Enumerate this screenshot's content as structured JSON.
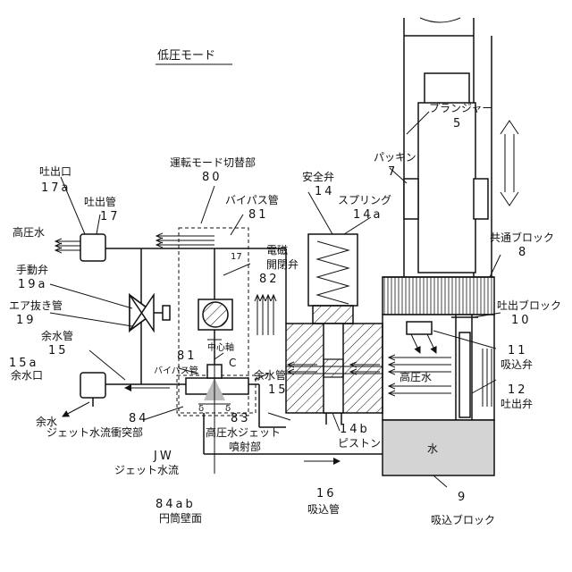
{
  "title": "低圧モード",
  "labels": {
    "plunger": "プランジャー",
    "plunger_num": "5",
    "packing": "パッキン",
    "packing_num": "7",
    "safety_valve": "安全弁",
    "safety_valve_num": "14",
    "spring": "スプリング",
    "spring_num": "14a",
    "mode_switch": "運転モード切替部",
    "mode_switch_num": "80",
    "bypass_pipe_top": "バイパス管",
    "bypass_pipe_top_num": "81",
    "solenoid_valve_1": "電磁",
    "solenoid_valve_2": "開閉弁",
    "solenoid_valve_num": "82",
    "line_17": "17",
    "discharge_port": "吐出口",
    "discharge_port_num": "17a",
    "discharge_pipe": "吐出管",
    "discharge_pipe_num": "17",
    "high_pressure_water": "高圧水",
    "manual_valve": "手動弁",
    "manual_valve_num": "19a",
    "air_vent_pipe": "エア抜き管",
    "air_vent_pipe_num": "19",
    "surplus_pipe": "余水管",
    "surplus_pipe_num": "15",
    "surplus_port_num": "15a",
    "surplus_port": "余水口",
    "surplus_water": "余水",
    "center_axis": "中心軸",
    "c_label": "C",
    "bypass_pipe_bottom_num": "81",
    "bypass_pipe_bottom": "バイパス管",
    "surplus_pipe_mid": "余水管",
    "surplus_pipe_mid_num": "15",
    "jet_impact_num": "84",
    "jet_impact": "ジェット水流衝突部",
    "num_83": "83",
    "hp_jet": "高圧水ジェット",
    "nozzle": "噴射部",
    "delta_left": "δ",
    "delta_right": "δ",
    "jw": "JW",
    "jet_flow": "ジェット水流",
    "cyl_num": "84ab",
    "cyl_wall": "円筒壁面",
    "suction_pipe_num": "16",
    "suction_pipe": "吸込管",
    "suction_block_num": "9",
    "suction_block": "吸込ブロック",
    "water": "水",
    "common_block": "共通ブロック",
    "common_block_num": "8",
    "discharge_block": "吐出ブロック",
    "discharge_block_num": "10",
    "suction_valve_num": "11",
    "suction_valve": "吸込弁",
    "discharge_valve_num": "12",
    "discharge_valve": "吐出弁",
    "hp_water_block": "高圧水",
    "piston_num": "14b",
    "piston": "ピストン"
  }
}
